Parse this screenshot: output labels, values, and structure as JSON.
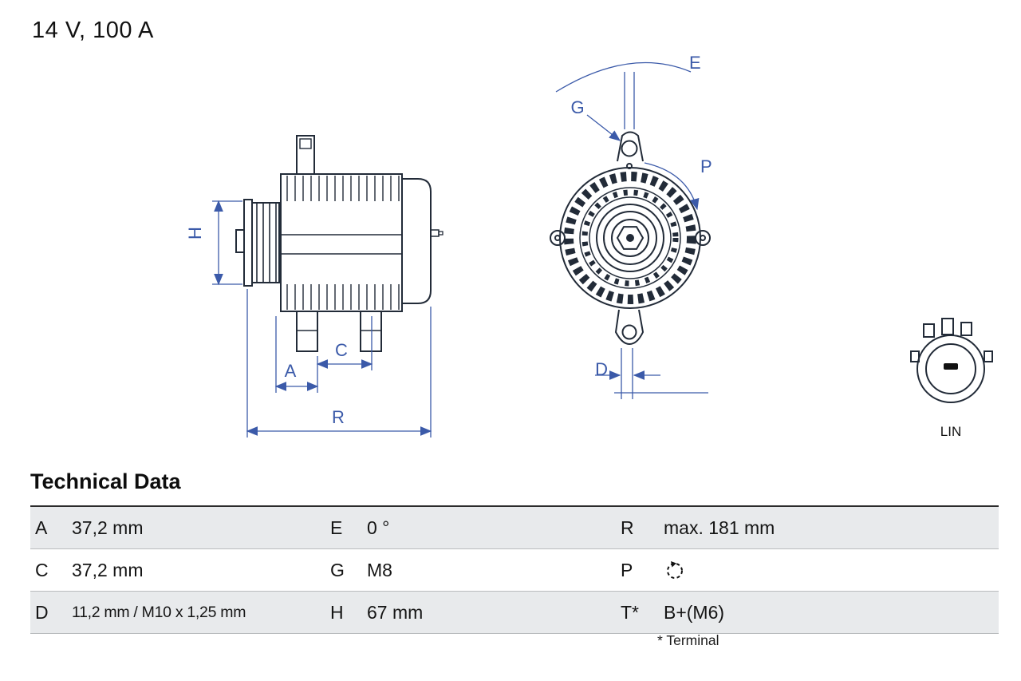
{
  "header": {
    "title": "14 V, 100 A"
  },
  "diagram": {
    "labels": {
      "H": "H",
      "A": "A",
      "C": "C",
      "R": "R",
      "E": "E",
      "G": "G",
      "P": "P",
      "D": "D"
    },
    "connector_label": "LIN",
    "part_line_color": "#222b38",
    "dimension_color": "#3b5aa9"
  },
  "technical_data": {
    "heading": "Technical Data",
    "rows": [
      {
        "l1": "A",
        "v1": "37,2 mm",
        "l2": "E",
        "v2": "0 °",
        "l3": "R",
        "v3": "max. 181 mm"
      },
      {
        "l1": "C",
        "v1": "37,2 mm",
        "l2": "G",
        "v2": "M8",
        "l3": "P",
        "v3": ""
      },
      {
        "l1": "D",
        "v1": "11,2 mm / M10 x 1,25 mm",
        "l2": "H",
        "v2": "67 mm",
        "l3": "T*",
        "v3": "B+(M6)"
      }
    ],
    "p_value_icon": "rotation-clockwise-icon",
    "footnote": "* Terminal"
  }
}
